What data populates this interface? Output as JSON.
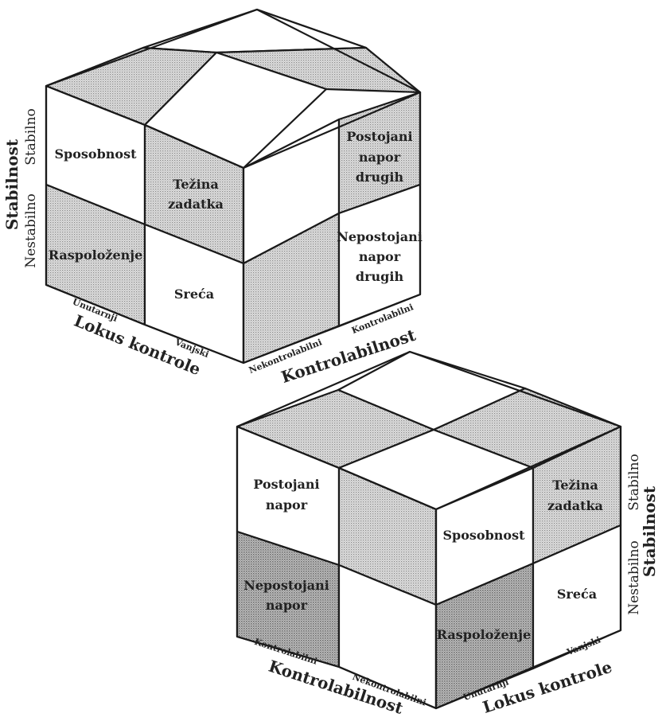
{
  "cube1": {
    "cells": {
      "sposobnost": "Sposobnost",
      "tezina_1": "Težina",
      "tezina_2": "zadatka",
      "postojani_1": "Postojani",
      "postojani_2": "napor",
      "postojani_3": "drugih",
      "raspolozenje": "Raspoloženje",
      "sreca": "Sreća",
      "nepostojani_1": "Nepostojani",
      "nepostojani_2": "napor",
      "nepostojani_3": "drugih"
    },
    "axes": {
      "stabilnost": "Stabilnost",
      "stabilno": "Stabilno",
      "nestabilno": "Nestabilno",
      "unutarnji": "Unutarnji",
      "vanjski": "Vanjski",
      "lokus": "Lokus kontrole",
      "nekontrolabilni": "Nekontrolabilni",
      "kontrolabilni": "Kontrolabilni",
      "kontrolabilnost": "Kontrolabilnost"
    }
  },
  "cube2": {
    "cells": {
      "postojani_1": "Postojani",
      "postojani_2": "napor",
      "nepostojani_1": "Nepostojani",
      "nepostojani_2": "napor",
      "sposobnost": "Sposobnost",
      "tezina_1": "Težina",
      "tezina_2": "zadatka",
      "raspolozenje": "Raspoloženje",
      "sreca": "Sreća"
    },
    "axes": {
      "stabilnost": "Stabilnost",
      "stabilno": "Stabilno",
      "nestabilno": "Nestabilno",
      "kontrolabilni": "Kontrolabilni",
      "nekontrolabilni": "Nekontrolabilni",
      "kontrolabilnost": "Kontrolabilnost",
      "unutarnji": "Unutarnji",
      "vanjski": "Vanjski",
      "lokus": "Lokus kontrole"
    }
  }
}
